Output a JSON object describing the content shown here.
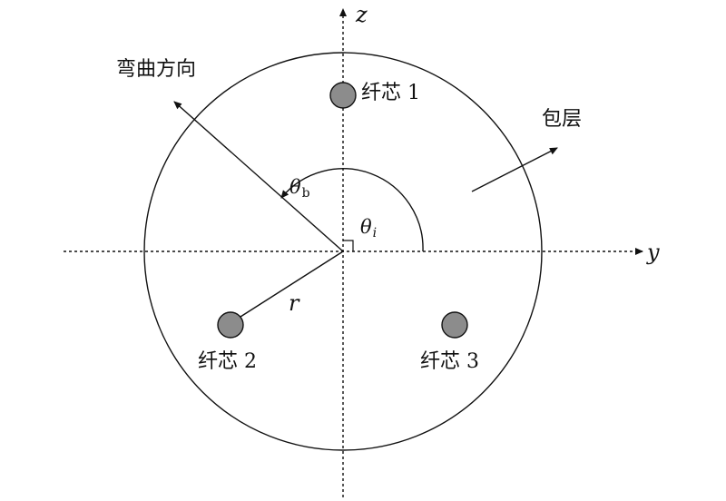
{
  "labels": {
    "z_axis": "z",
    "y_axis": "y",
    "bend_direction": "弯曲方向",
    "cladding": "包层",
    "core1": "纤芯 1",
    "core2": "纤芯 2",
    "core3": "纤芯 3",
    "theta_b": "θ",
    "theta_b_sub": "b",
    "theta_i": "θ",
    "theta_i_sub": "i",
    "radius": "r"
  },
  "colors": {
    "line": "#111111",
    "core_fill": "#8c8c8c"
  }
}
